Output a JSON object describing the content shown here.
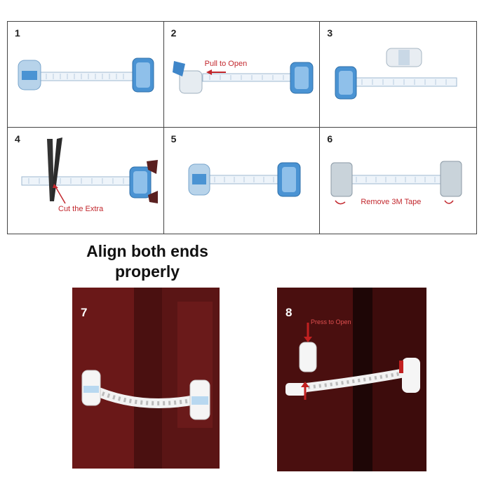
{
  "steps": [
    {
      "number": "1",
      "caption": ""
    },
    {
      "number": "2",
      "caption": "Pull to Open"
    },
    {
      "number": "3",
      "caption": ""
    },
    {
      "number": "4",
      "caption": "Cut the Extra"
    },
    {
      "number": "5",
      "caption": ""
    },
    {
      "number": "6",
      "caption": "Remove 3M Tape"
    }
  ],
  "headline": "Align both ends properly",
  "photos": [
    {
      "number": "7",
      "caption": ""
    },
    {
      "number": "8",
      "caption": "Press to Open"
    }
  ],
  "colors": {
    "accent": "#c2272d",
    "lock_blue": "#3f8fd0",
    "strap": "#eef4fa",
    "door": "#5e1414"
  },
  "icons": [
    "scissors-icon",
    "arrow-icon",
    "lock-icon"
  ]
}
